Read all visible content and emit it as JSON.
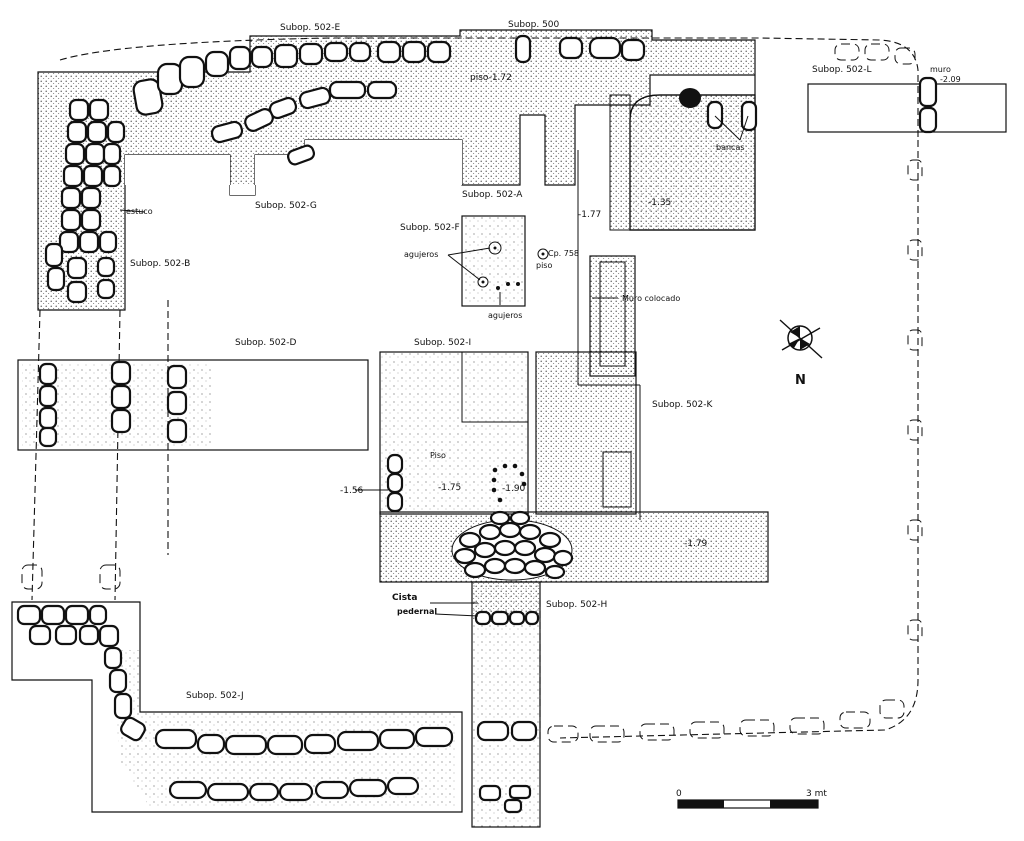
{
  "labels": {
    "subop_502_e": "Subop. 502-E",
    "subop_500": "Subop. 500",
    "subop_502_l": "Subop. 502-L",
    "subop_502_g": "Subop. 502-G",
    "subop_502_a": "Subop. 502-A",
    "subop_502_f": "Subop. 502-F",
    "subop_502_b": "Subop. 502-B",
    "subop_502_d": "Subop. 502-D",
    "subop_502_i": "Subop. 502-I",
    "subop_502_k": "Subop. 502-K",
    "subop_502_h": "Subop. 502-H",
    "subop_502_j": "Subop. 502-J",
    "piso_172": "piso-1.72",
    "estuco": "estuco",
    "agujeros_1": "agujeros",
    "agujeros_2": "agujeros",
    "piso": "piso",
    "cp_758": "Cp. 758",
    "bancas": "bancas",
    "muro_label": "muro",
    "muro_elev": "-2.09",
    "muro_colocado": "Muro colocado",
    "piso_i": "Piso",
    "north": "N",
    "cista": "Cista",
    "pedernal": "pedernal"
  },
  "elevations": {
    "e_177": "-1.77",
    "e_135": "-1.35",
    "e_156": "-1.56",
    "e_175": "-1.75",
    "e_190": "-1.90",
    "e_179": "-1.79"
  },
  "scale_bar": {
    "start_label": "0",
    "end_label": "3 mt"
  }
}
